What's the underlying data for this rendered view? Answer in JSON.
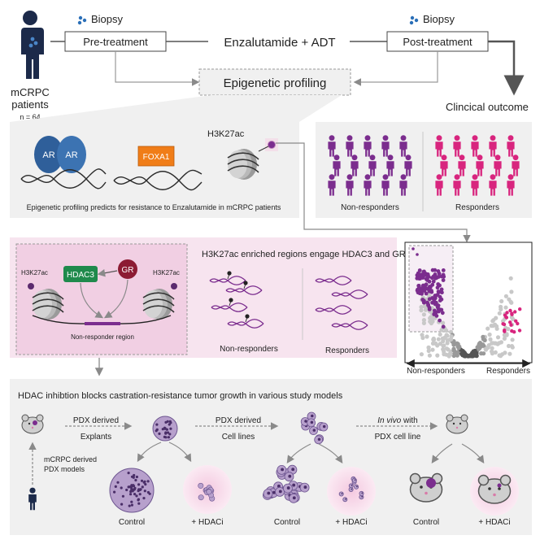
{
  "top": {
    "patients_label_1": "mCRPC",
    "patients_label_2": "patients",
    "patients_n": "n = 64",
    "biopsy_left": "Biopsy",
    "biopsy_right": "Biopsy",
    "pre_treatment": "Pre-treatment",
    "treatment": "Enzalutamide + ADT",
    "post_treatment": "Post-treatment",
    "epigenetic_profiling": "Epigenetic profiling",
    "clinical_outcome": "Clincical outcome"
  },
  "panel_factors": {
    "ar_label": "AR",
    "ar_label_2": "AR",
    "foxa1_label": "FOXA1",
    "h3k27ac_label": "H3K27ac",
    "caption": "Epigenetic profiling predicts for resistance to Enzalutamide in mCRPC patients"
  },
  "panel_outcome": {
    "non_responders": "Non-responders",
    "responders": "Responders",
    "non_responder_count": 15,
    "responder_count": 15
  },
  "panel_mechanism": {
    "h3k27ac_left": "H3K27ac",
    "h3k27ac_right": "H3K27ac",
    "hdac3": "HDAC3",
    "gr": "GR",
    "region": "Non-responder region",
    "title": "H3K27ac enriched regions engage HDAC3 and GR",
    "non_responders": "Non-responders",
    "responders": "Responders"
  },
  "volcano": {
    "x_left_label": "Non-responders",
    "x_right_label": "Responders"
  },
  "bottom": {
    "title": "HDAC inhibtion blocks castration-resistance tumor growth in various study models",
    "pdx_derived_1": "PDX derived",
    "explants": "Explants",
    "pdx_derived_2": "PDX derived",
    "cell_lines": "Cell lines",
    "in_vivo": "In vivo",
    "with": " with",
    "pdx_cell_line": "PDX cell line",
    "mcrpc_derived": "mCRPC derived",
    "pdx_models": "PDX models",
    "control_1": "Control",
    "hdaci_1": "+ HDACi",
    "control_2": "Control",
    "hdaci_2": "+ HDACi",
    "control_3": "Control",
    "hdaci_3": "+ HDACi"
  },
  "colors": {
    "purple": "#7b2d8e",
    "magenta": "#d8257e",
    "ar_blue": "#2f5f9a",
    "foxa1_orange": "#f07d18",
    "hdac3_green": "#1f8a4c",
    "gr_darkred": "#8c1b33",
    "panel_gray": "#f0f0f0",
    "panel_pink": "#f7e4ef",
    "cell_lilac": "#b7a0cc"
  }
}
